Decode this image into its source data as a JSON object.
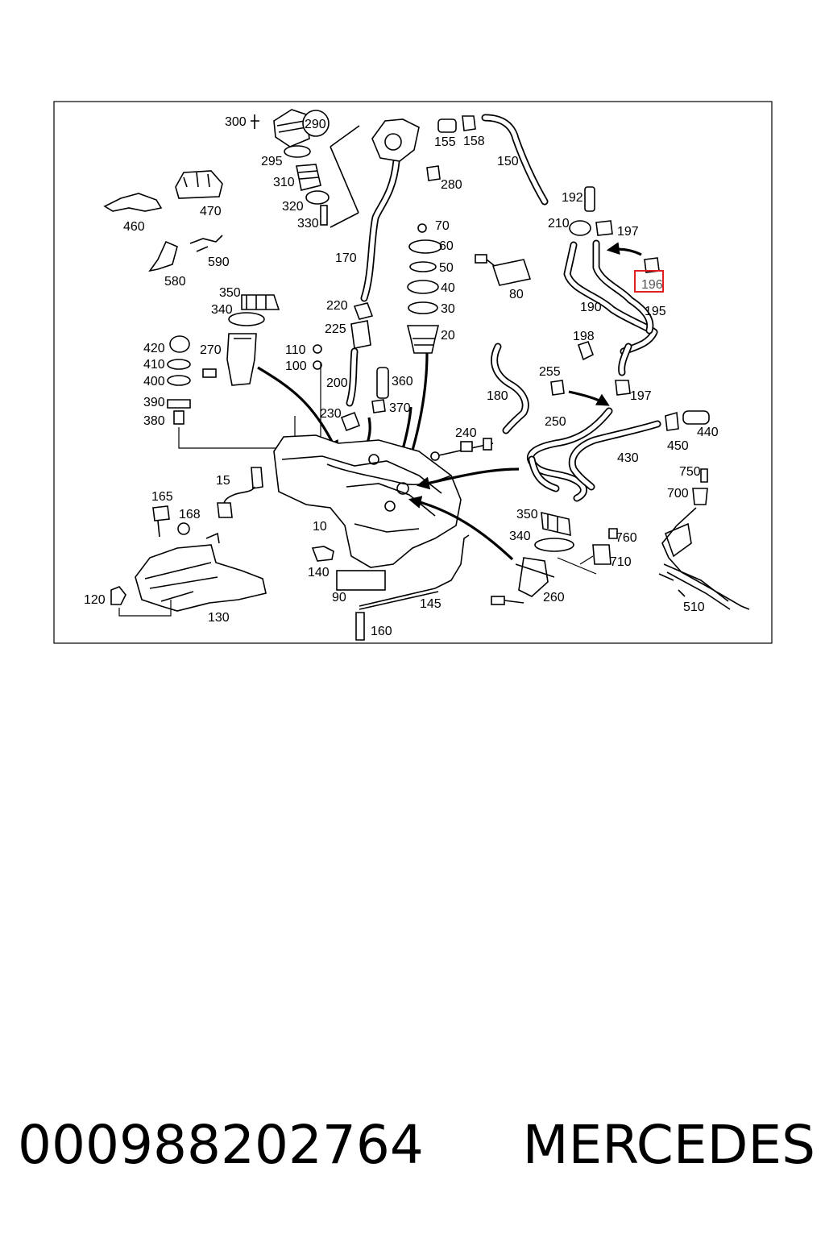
{
  "diagram": {
    "highlight_color": "#e0201f",
    "highlighted_part": "196",
    "labels": [
      "300",
      "290",
      "155",
      "158",
      "150",
      "295",
      "280",
      "310",
      "320",
      "330",
      "460",
      "470",
      "192",
      "210",
      "197",
      "590",
      "580",
      "170",
      "70",
      "60",
      "50",
      "40",
      "30",
      "20",
      "80",
      "196",
      "190",
      "195",
      "350",
      "340",
      "220",
      "225",
      "420",
      "270",
      "110",
      "100",
      "198",
      "410",
      "400",
      "390",
      "380",
      "200",
      "360",
      "255",
      "197",
      "180",
      "230",
      "370",
      "250",
      "240",
      "440",
      "450",
      "430",
      "15",
      "165",
      "168",
      "10",
      "750",
      "700",
      "350",
      "340",
      "760",
      "710",
      "140",
      "90",
      "145",
      "120",
      "130",
      "260",
      "510",
      "160"
    ]
  },
  "caption": {
    "part_number": "000988202764",
    "brand": "MERCEDES"
  }
}
